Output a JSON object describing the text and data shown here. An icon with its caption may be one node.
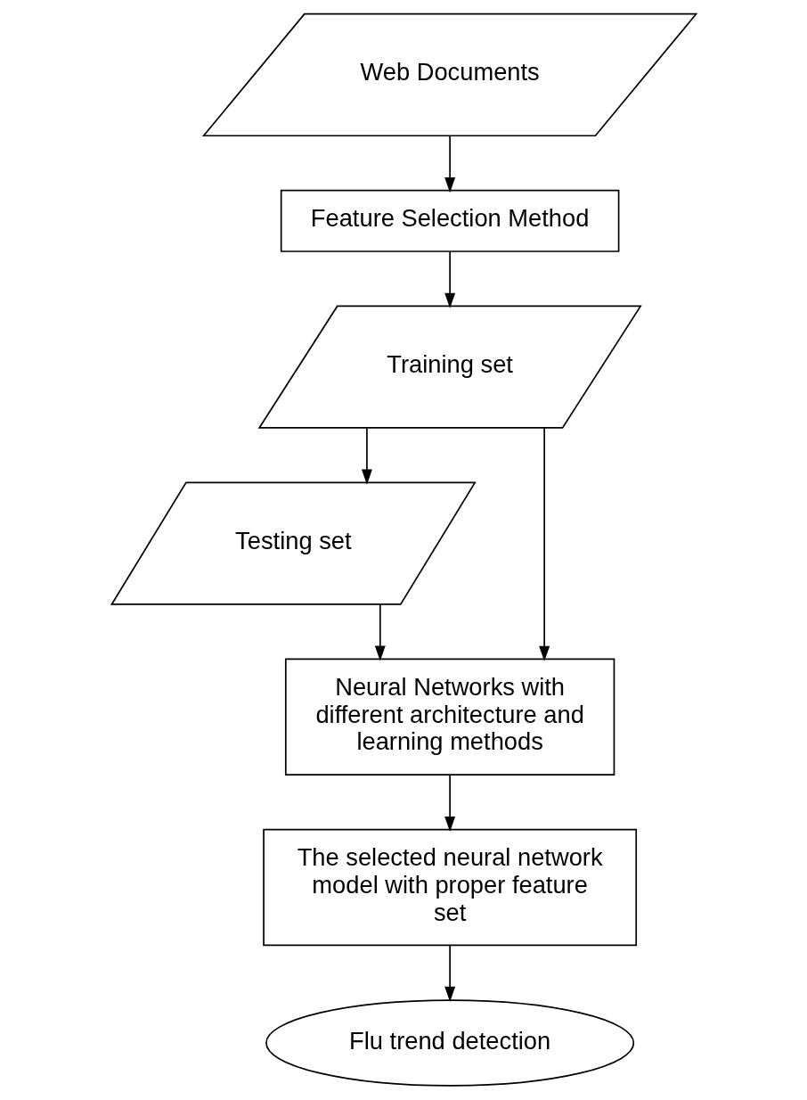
{
  "diagram": {
    "nodes": [
      {
        "text": [
          "Web Documents"
        ]
      },
      {
        "text": [
          "Feature Selection Method"
        ]
      },
      {
        "text": [
          "Training set"
        ]
      },
      {
        "text": [
          "Testing set"
        ]
      },
      {
        "text": [
          "Neural Networks with different architecture and learning methods"
        ]
      },
      {
        "text": [
          "The selected neural network model with proper feature set"
        ]
      },
      {
        "text": [
          "Flu trend detection"
        ]
      }
    ],
    "edges": [
      {
        "from": 0,
        "to": 1,
        "arrow": "to"
      },
      {
        "from": 1,
        "to": 2,
        "arrow": "to"
      },
      {
        "from": 2,
        "to": 4,
        "arrow": "to"
      },
      {
        "from": 2,
        "to": 3,
        "arrow": "to"
      },
      {
        "from": 3,
        "to": 4,
        "arrow": "to"
      },
      {
        "from": 4,
        "to": 5,
        "arrow": "to"
      },
      {
        "from": 5,
        "to": 6,
        "arrow": "to"
      }
    ]
  }
}
